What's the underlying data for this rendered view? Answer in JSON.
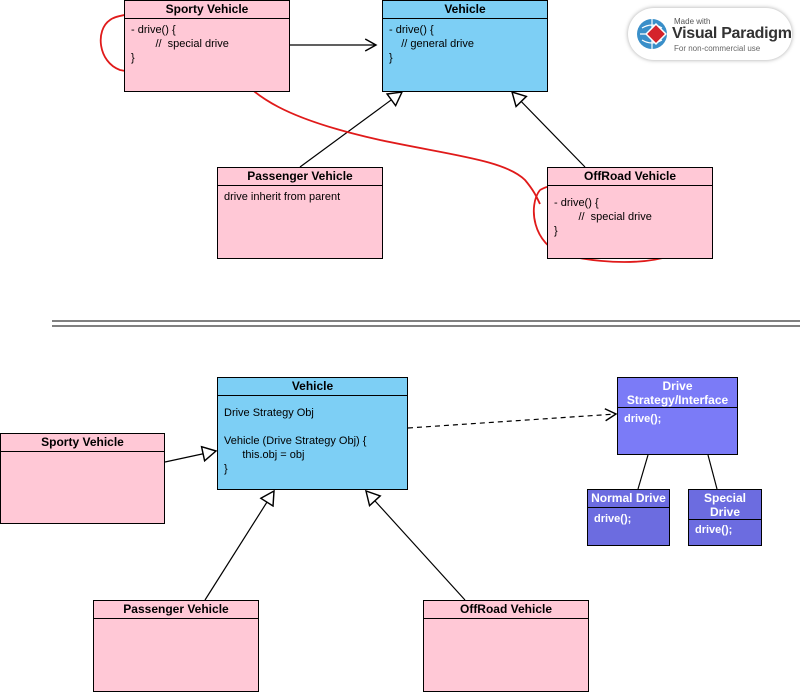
{
  "top": {
    "sporty": {
      "title": "Sporty Vehicle",
      "body": "- drive() {\n        //  special drive\n}"
    },
    "vehicle": {
      "title": "Vehicle",
      "body": "- drive() {\n    // general drive\n}"
    },
    "passenger": {
      "title": "Passenger Vehicle",
      "body": "drive inherit from parent"
    },
    "offroad": {
      "title": "OffRoad Vehicle",
      "body": "- drive() {\n        //  special drive\n}"
    }
  },
  "bottom": {
    "vehicle": {
      "title": "Vehicle",
      "body": "Drive Strategy Obj\n\nVehicle (Drive Strategy Obj) {\n      this.obj = obj\n}"
    },
    "sporty": {
      "title": "Sporty Vehicle",
      "body": ""
    },
    "passenger": {
      "title": "Passenger Vehicle",
      "body": ""
    },
    "offroad": {
      "title": "OffRoad Vehicle",
      "body": ""
    },
    "strategy": {
      "title": "Drive Strategy/Interface",
      "body": "drive();"
    },
    "normal": {
      "title": "Normal Drive",
      "body": "drive();"
    },
    "special": {
      "title": "Special Drive",
      "body": "drive();"
    }
  },
  "badge": {
    "small": "Made with",
    "name": "Visual Paradigm",
    "note": "For non-commercial use"
  },
  "colors": {
    "pink": "#ffc8d6",
    "blue": "#7dcff5",
    "violet": "#7b7bf7",
    "purple": "#6c6ce0",
    "annotation": "#e01a1a"
  }
}
